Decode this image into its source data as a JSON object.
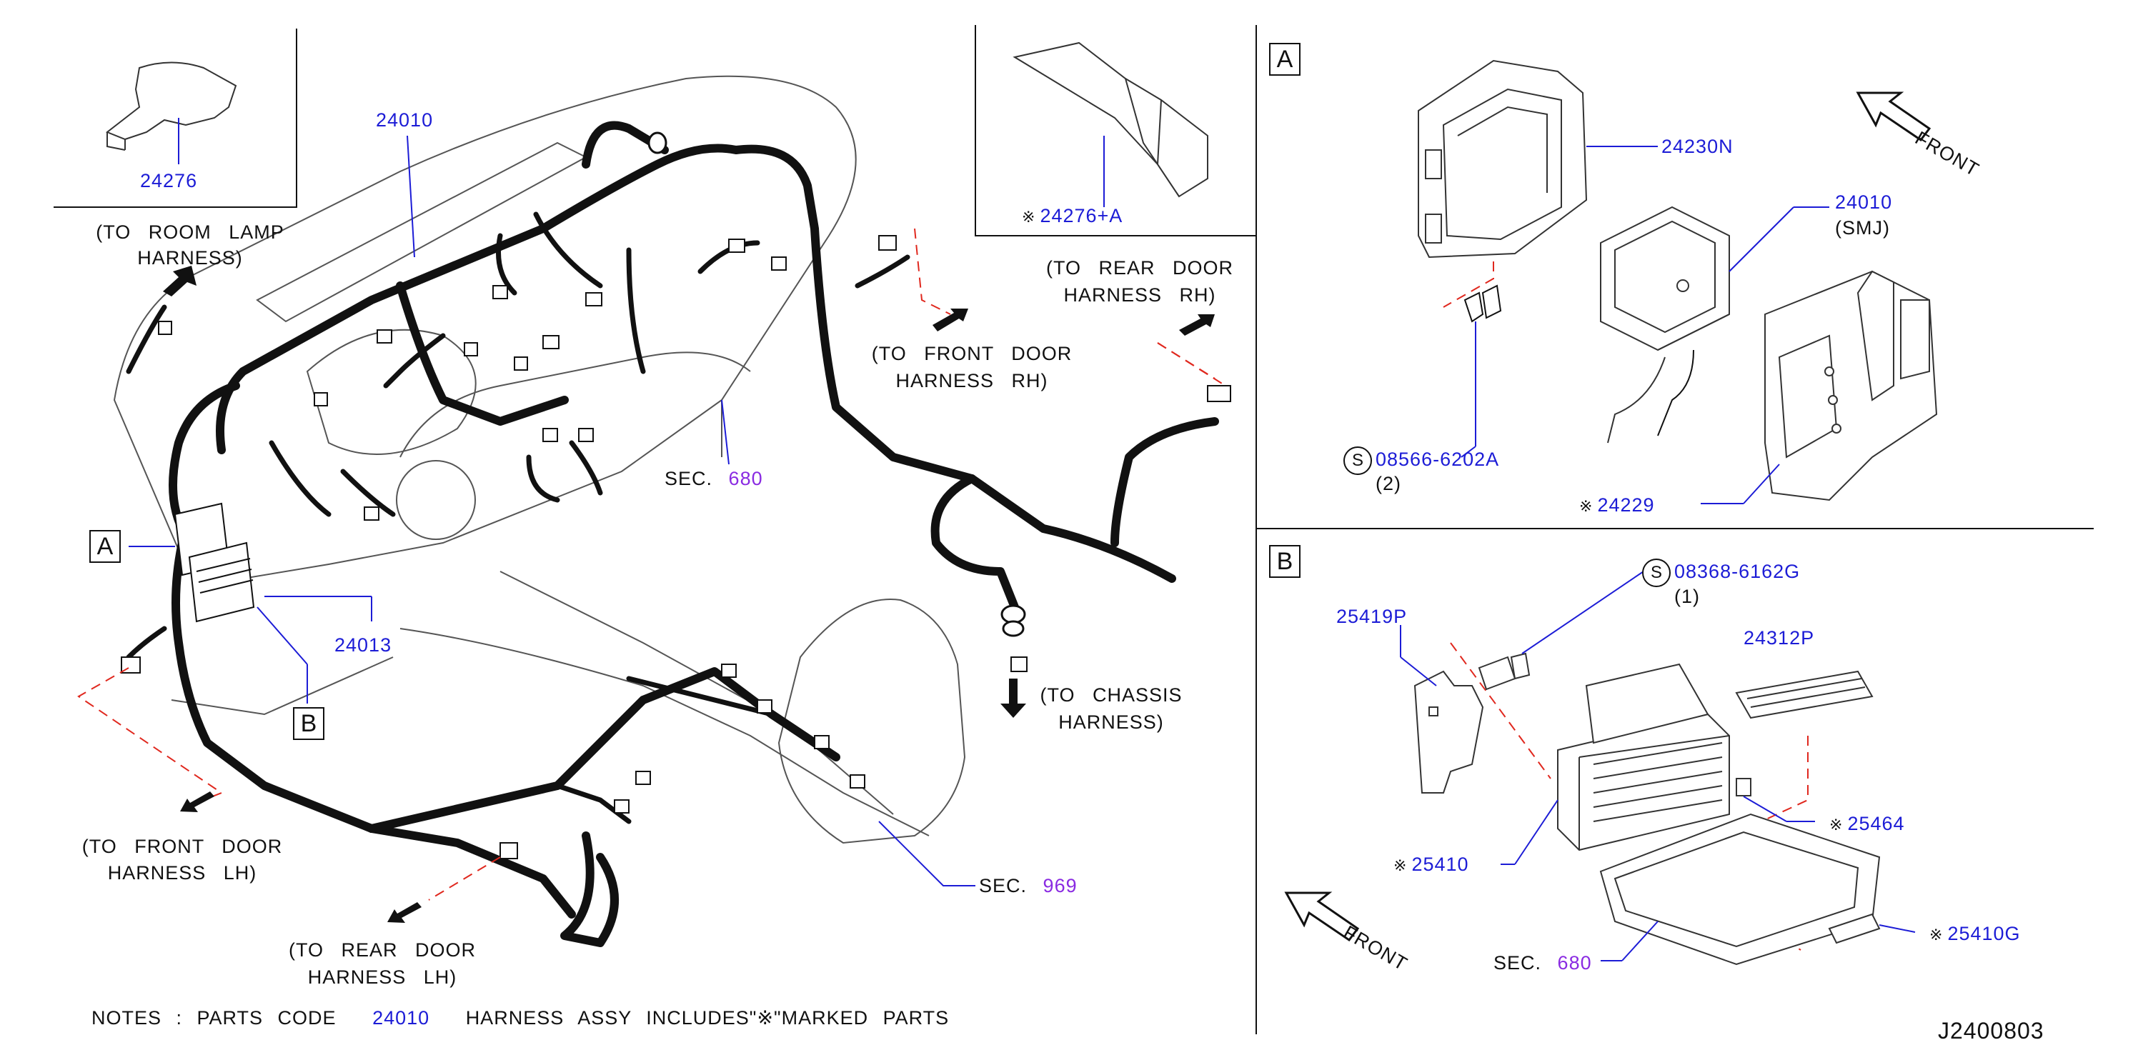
{
  "callouts": {
    "c24276": "24276",
    "c24010_main": "24010",
    "c24276a": "24276+A",
    "c24013": "24013",
    "c24230n": "24230N",
    "c24010_smj": "24010",
    "smj": "(SMJ)",
    "c08566": "08566-6202A",
    "c08566_qty": "(2)",
    "c24229": "24229",
    "c25419p": "25419P",
    "c08368": "08368-6162G",
    "c08368_qty": "(1)",
    "c24312p": "24312P",
    "c25464": "25464",
    "c25410": "25410",
    "c25410g": "25410G"
  },
  "section_refs": {
    "sec_label": "SEC.",
    "sec680_a": "680",
    "sec969": "969",
    "sec680_b": "680"
  },
  "harness_notes": {
    "room_lamp_1": "(TO ROOM LAMP",
    "room_lamp_2": "HARNESS)",
    "front_door_rh_1": "(TO FRONT DOOR",
    "front_door_rh_2": "HARNESS RH)",
    "rear_door_rh_1": "(TO REAR DOOR",
    "rear_door_rh_2": "HARNESS RH)",
    "chassis_1": "(TO CHASSIS",
    "chassis_2": "HARNESS)",
    "front_door_lh_1": "(TO FRONT DOOR",
    "front_door_lh_2": "HARNESS LH)",
    "rear_door_lh_1": "(TO REAR DOOR",
    "rear_door_lh_2": "HARNESS LH)"
  },
  "detail_keys": {
    "a": "A",
    "b": "B",
    "panel_a": "A",
    "panel_b": "B",
    "front_a": "FRONT",
    "front_b": "FRONT",
    "screw_symbol": "S",
    "ref_mark": "※"
  },
  "notes": {
    "prefix": "NOTES : PARTS CODE",
    "code": "24010",
    "suffix": "HARNESS ASSY INCLUDES\"※\"MARKED PARTS"
  },
  "diagram_id": "J2400803",
  "colors": {
    "part_number": "#1c1cd6",
    "section_ref": "#8a2be2",
    "dashed_ref": "#e0281e",
    "line": "#111111"
  }
}
